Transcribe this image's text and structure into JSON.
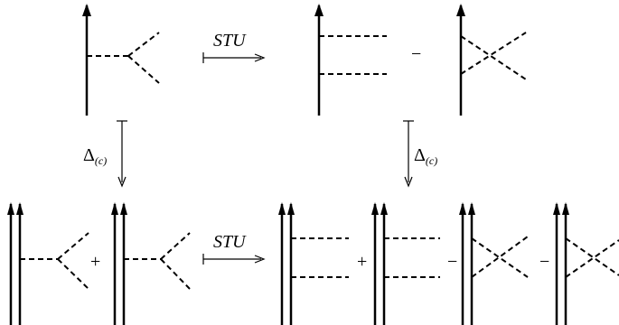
{
  "labels": {
    "stu_top": "STU",
    "stu_bottom": "STU",
    "delta_left_main": "Δ",
    "delta_left_sub": "(c)",
    "delta_right_main": "Δ",
    "delta_right_sub": "(c)"
  },
  "operators": {
    "top_minus": "−",
    "bottom_plus_left": "+",
    "bottom_plus_right": "+",
    "bottom_minus_1": "−",
    "bottom_minus_2": "−"
  }
}
